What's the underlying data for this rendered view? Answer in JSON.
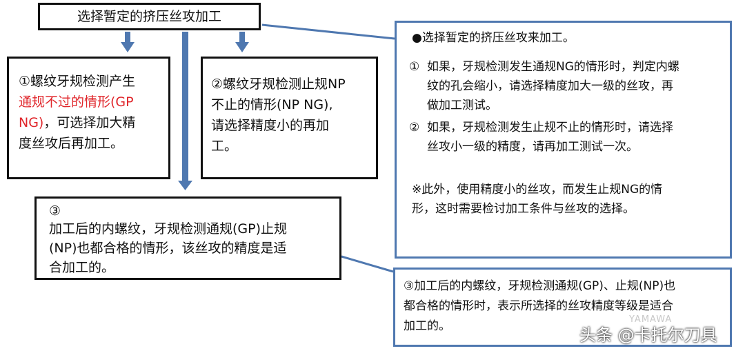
{
  "top_box": {
    "title": "选择暂定的挤压丝攻加工"
  },
  "box1": {
    "num": "①",
    "line1": "螺纹牙规检测产生",
    "red_line1": "通规不过的情形(GP",
    "red_line2_part": "NG)",
    "line2_rest": "，可选择加大精",
    "line3": "度丝攻后再加工。"
  },
  "box2": {
    "line1": "②螺纹牙规检测止规NP",
    "line2": "不止的情形(NP NG),",
    "line3": "请选择精度小的再加",
    "line4": "工。"
  },
  "box3": {
    "num": "③",
    "line1": "加工后的内螺纹，牙规检测通规(GP)止规",
    "line2": "(NP)也都合格的情形，该丝攻的精度是适",
    "line3": "合加工的。"
  },
  "right_box": {
    "header": "●选择暂定的挤压丝攻来加工。",
    "p1_num": "①",
    "p1_line1": "如果，牙规检测发生通规NG的情形时，判定内螺",
    "p1_line2": "纹的孔会缩小，请选择精度加大一级的丝攻，再",
    "p1_line3": "做加工测试。",
    "p2_num": "②",
    "p2_line1": "如果，牙规检测发生止规不止的情形时，请选择",
    "p2_line2": "丝攻小一级的精度，请再加工测试一次。",
    "note_line1": "※此外，使用精度小的丝攻，而发生止规NG的情",
    "note_line2": "形，这时需要检讨加工条件与丝攻的选择。"
  },
  "bottom_right_box": {
    "line1": "③加工后的内螺纹，牙规检测通规(GP)、止规(NP)也",
    "line2": "都合格的情形时，表示所选择的丝攻精度等级是适合",
    "line3": "加工的。"
  },
  "watermark": {
    "text": "头条 @卡托尔刀具",
    "brand": "YAMAWA"
  },
  "colors": {
    "accent_red": "#e0262b",
    "connector_blue": "#4f78b0",
    "border_black": "#111111"
  }
}
